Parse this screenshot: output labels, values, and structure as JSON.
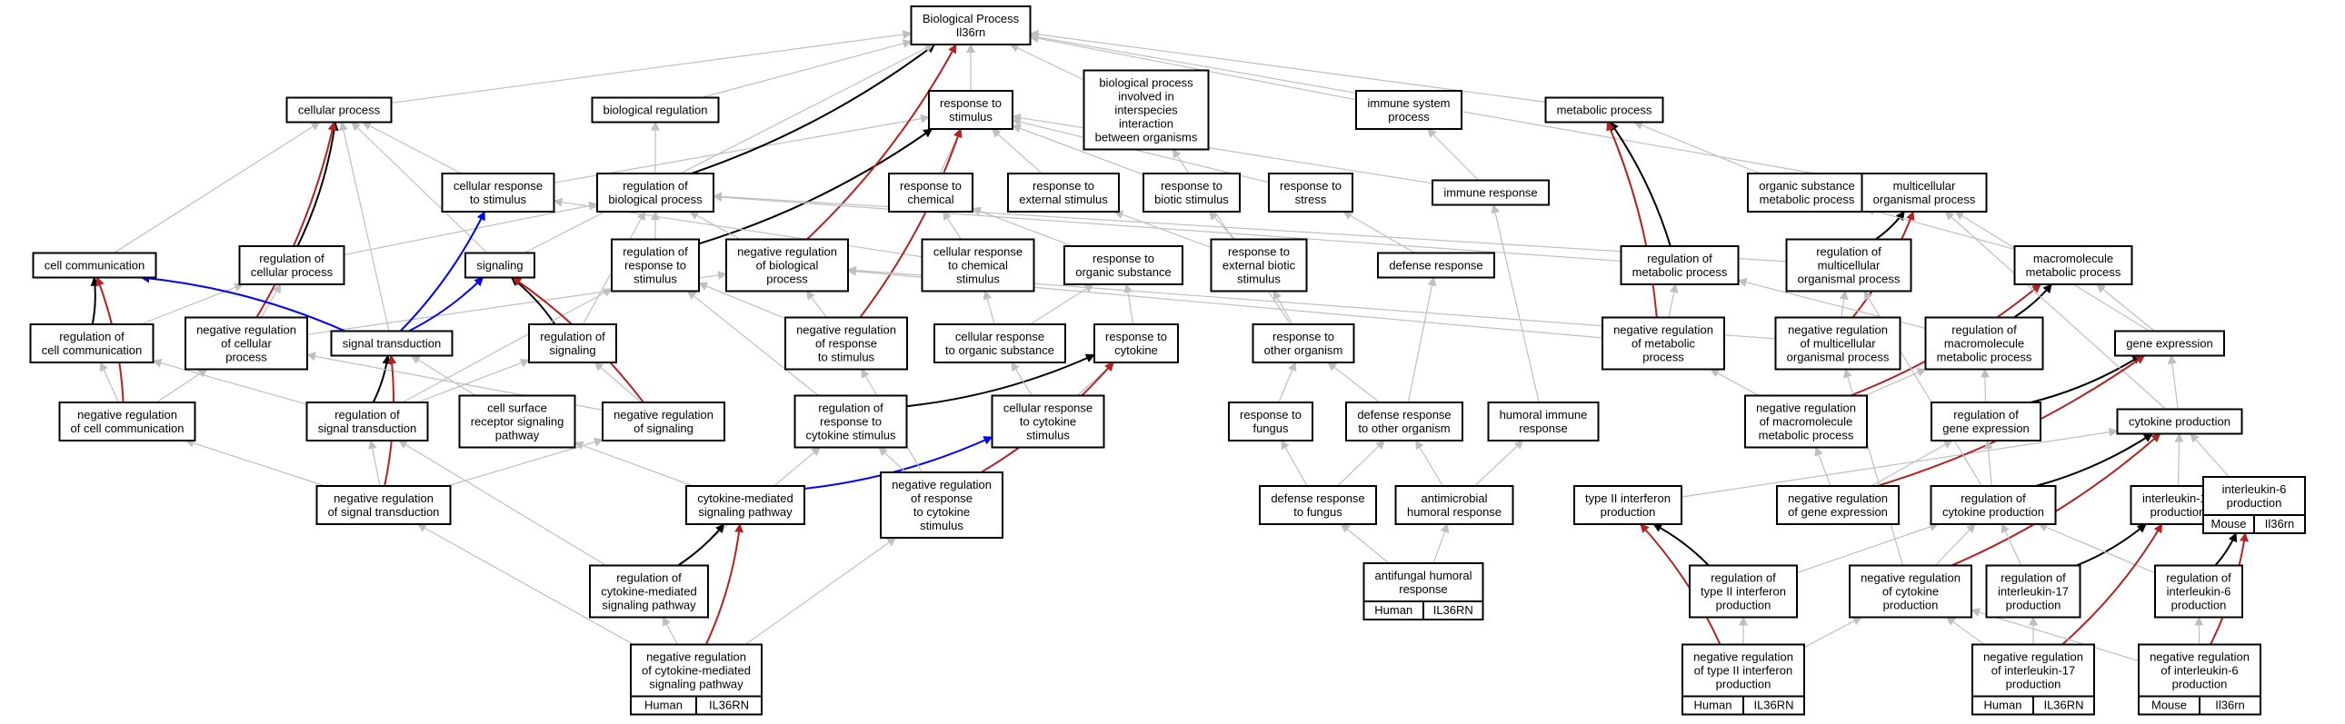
{
  "graph": {
    "colors": {
      "is_a": "#bfbfbf",
      "part_of": "#000000",
      "regulates": "#000000",
      "positively_regulates": "#0000ff",
      "negatively_regulates": "#b22222",
      "human_annotation": "#f45b4a",
      "mouse_annotation": "#add8e6"
    },
    "nodes": [
      {
        "id": "root",
        "label": [
          "Biological Process",
          "Il36rn"
        ]
      },
      {
        "id": "cp",
        "label": [
          "cellular process"
        ]
      },
      {
        "id": "br",
        "label": [
          "biological regulation"
        ]
      },
      {
        "id": "rts",
        "label": [
          "response to",
          "stimulus"
        ]
      },
      {
        "id": "bpio",
        "label": [
          "biological process",
          "involved in",
          "interspecies",
          "interaction",
          "between organisms"
        ]
      },
      {
        "id": "isp",
        "label": [
          "immune system",
          "process"
        ]
      },
      {
        "id": "mp",
        "label": [
          "metabolic process"
        ]
      },
      {
        "id": "crs",
        "label": [
          "cellular response",
          "to stimulus"
        ]
      },
      {
        "id": "rbp",
        "label": [
          "regulation of",
          "biological process"
        ]
      },
      {
        "id": "rtc",
        "label": [
          "response to",
          "chemical"
        ]
      },
      {
        "id": "rtes",
        "label": [
          "response to",
          "external stimulus"
        ]
      },
      {
        "id": "rtbs",
        "label": [
          "response to",
          "biotic stimulus"
        ]
      },
      {
        "id": "rtst",
        "label": [
          "response to",
          "stress"
        ]
      },
      {
        "id": "ir",
        "label": [
          "immune response"
        ]
      },
      {
        "id": "osmp",
        "label": [
          "organic substance",
          "metabolic process"
        ]
      },
      {
        "id": "mop",
        "label": [
          "multicellular",
          "organismal process"
        ]
      },
      {
        "id": "cc",
        "label": [
          "cell communication"
        ]
      },
      {
        "id": "rcp",
        "label": [
          "regulation of",
          "cellular process"
        ]
      },
      {
        "id": "sig",
        "label": [
          "signaling"
        ]
      },
      {
        "id": "rrs",
        "label": [
          "regulation of",
          "response to",
          "stimulus"
        ]
      },
      {
        "id": "nrbp",
        "label": [
          "negative regulation",
          "of biological",
          "process"
        ]
      },
      {
        "id": "crcs",
        "label": [
          "cellular response",
          "to chemical",
          "stimulus"
        ]
      },
      {
        "id": "rtos",
        "label": [
          "response to",
          "organic substance"
        ]
      },
      {
        "id": "rtebs",
        "label": [
          "response to",
          "external biotic",
          "stimulus"
        ]
      },
      {
        "id": "dr",
        "label": [
          "defense response"
        ]
      },
      {
        "id": "rmp",
        "label": [
          "regulation of",
          "metabolic process"
        ]
      },
      {
        "id": "rmop",
        "label": [
          "regulation of",
          "multicellular",
          "organismal process"
        ]
      },
      {
        "id": "mmp",
        "label": [
          "macromolecule",
          "metabolic process"
        ]
      },
      {
        "id": "rcc",
        "label": [
          "regulation of",
          "cell communication"
        ]
      },
      {
        "id": "nrcp",
        "label": [
          "negative regulation",
          "of cellular",
          "process"
        ]
      },
      {
        "id": "st",
        "label": [
          "signal transduction"
        ]
      },
      {
        "id": "rsig",
        "label": [
          "regulation of",
          "signaling"
        ]
      },
      {
        "id": "nrrs",
        "label": [
          "negative regulation",
          "of response",
          "to stimulus"
        ]
      },
      {
        "id": "crtos",
        "label": [
          "cellular response",
          "to organic substance"
        ]
      },
      {
        "id": "rtcy",
        "label": [
          "response to",
          "cytokine"
        ]
      },
      {
        "id": "rtoo",
        "label": [
          "response to",
          "other organism"
        ]
      },
      {
        "id": "nrmp",
        "label": [
          "negative regulation",
          "of metabolic",
          "process"
        ]
      },
      {
        "id": "nrmop",
        "label": [
          "negative regulation",
          "of multicellular",
          "organismal process"
        ]
      },
      {
        "id": "rmmp",
        "label": [
          "regulation of",
          "macromolecule",
          "metabolic process"
        ]
      },
      {
        "id": "ge",
        "label": [
          "gene expression"
        ]
      },
      {
        "id": "nrcc",
        "label": [
          "negative regulation",
          "of cell communication"
        ]
      },
      {
        "id": "rst",
        "label": [
          "regulation of",
          "signal transduction"
        ]
      },
      {
        "id": "csrsp",
        "label": [
          "cell surface",
          "receptor signaling",
          "pathway"
        ]
      },
      {
        "id": "nrsig",
        "label": [
          "negative regulation",
          "of signaling"
        ]
      },
      {
        "id": "rrcs",
        "label": [
          "regulation of",
          "response to",
          "cytokine stimulus"
        ]
      },
      {
        "id": "crcys",
        "label": [
          "cellular response",
          "to cytokine",
          "stimulus"
        ]
      },
      {
        "id": "rtf",
        "label": [
          "response to",
          "fungus"
        ]
      },
      {
        "id": "drtoo",
        "label": [
          "defense response",
          "to other organism"
        ]
      },
      {
        "id": "hir",
        "label": [
          "humoral immune",
          "response"
        ]
      },
      {
        "id": "nrmmp",
        "label": [
          "negative regulation",
          "of macromolecule",
          "metabolic process"
        ]
      },
      {
        "id": "rge",
        "label": [
          "regulation of",
          "gene expression"
        ]
      },
      {
        "id": "cytp",
        "label": [
          "cytokine production"
        ]
      },
      {
        "id": "nrst",
        "label": [
          "negative regulation",
          "of signal transduction"
        ]
      },
      {
        "id": "cmsp",
        "label": [
          "cytokine-mediated",
          "signaling pathway"
        ]
      },
      {
        "id": "nrrcs",
        "label": [
          "negative regulation",
          "of response",
          "to cytokine",
          "stimulus"
        ]
      },
      {
        "id": "drtf",
        "label": [
          "defense response",
          "to fungus"
        ]
      },
      {
        "id": "ahr",
        "label": [
          "antimicrobial",
          "humoral response"
        ]
      },
      {
        "id": "t2ip",
        "label": [
          "type II interferon",
          "production"
        ]
      },
      {
        "id": "nrge",
        "label": [
          "negative regulation",
          "of gene expression"
        ]
      },
      {
        "id": "rcytp",
        "label": [
          "regulation of",
          "cytokine production"
        ]
      },
      {
        "id": "il17p",
        "label": [
          "interleukin-17",
          "production"
        ]
      },
      {
        "id": "il6p",
        "label": [
          "interleukin-6",
          "production"
        ],
        "annotations": [
          {
            "taxon": "Mouse",
            "gene": "Il36rn"
          }
        ]
      },
      {
        "id": "rcmsp",
        "label": [
          "regulation of",
          "cytokine-mediated",
          "signaling pathway"
        ]
      },
      {
        "id": "afhr",
        "label": [
          "antifungal humoral",
          "response"
        ],
        "annotations": [
          {
            "taxon": "Human",
            "gene": "IL36RN"
          }
        ]
      },
      {
        "id": "rt2ip",
        "label": [
          "regulation of",
          "type II interferon",
          "production"
        ]
      },
      {
        "id": "nrcytp",
        "label": [
          "negative regulation",
          "of cytokine",
          "production"
        ]
      },
      {
        "id": "ril17p",
        "label": [
          "regulation of",
          "interleukin-17",
          "production"
        ]
      },
      {
        "id": "ril6p",
        "label": [
          "regulation of",
          "interleukin-6",
          "production"
        ]
      },
      {
        "id": "nrcmsp",
        "label": [
          "negative regulation",
          "of cytokine-mediated",
          "signaling pathway"
        ],
        "annotations": [
          {
            "taxon": "Human",
            "gene": "IL36RN"
          }
        ]
      },
      {
        "id": "nrt2ip",
        "label": [
          "negative regulation",
          "of type II interferon",
          "production"
        ],
        "annotations": [
          {
            "taxon": "Human",
            "gene": "IL36RN"
          }
        ]
      },
      {
        "id": "nril17p",
        "label": [
          "negative regulation",
          "of interleukin-17",
          "production"
        ],
        "annotations": [
          {
            "taxon": "Human",
            "gene": "IL36RN"
          }
        ]
      },
      {
        "id": "nril6p",
        "label": [
          "negative regulation",
          "of interleukin-6",
          "production"
        ],
        "annotations": [
          {
            "taxon": "Mouse",
            "gene": "Il36rn"
          }
        ]
      }
    ],
    "edges": [
      [
        "cp",
        "root",
        "is_a"
      ],
      [
        "br",
        "root",
        "is_a"
      ],
      [
        "rts",
        "root",
        "is_a"
      ],
      [
        "bpio",
        "root",
        "is_a"
      ],
      [
        "isp",
        "root",
        "is_a"
      ],
      [
        "mp",
        "root",
        "is_a"
      ],
      [
        "mop",
        "root",
        "is_a"
      ],
      [
        "crs",
        "cp",
        "is_a"
      ],
      [
        "crs",
        "rts",
        "is_a"
      ],
      [
        "rbp",
        "br",
        "is_a"
      ],
      [
        "rbp",
        "root",
        "regulates"
      ],
      [
        "rtc",
        "rts",
        "is_a"
      ],
      [
        "rtes",
        "rts",
        "is_a"
      ],
      [
        "rtbs",
        "rts",
        "is_a"
      ],
      [
        "rtst",
        "rts",
        "is_a"
      ],
      [
        "ir",
        "isp",
        "is_a"
      ],
      [
        "ir",
        "rts",
        "is_a"
      ],
      [
        "osmp",
        "mp",
        "is_a"
      ],
      [
        "cc",
        "cp",
        "is_a"
      ],
      [
        "rcp",
        "cp",
        "regulates"
      ],
      [
        "rcp",
        "rbp",
        "is_a"
      ],
      [
        "sig",
        "cp",
        "is_a"
      ],
      [
        "sig",
        "root",
        "is_a"
      ],
      [
        "rrs",
        "rbp",
        "is_a"
      ],
      [
        "rrs",
        "rts",
        "regulates"
      ],
      [
        "nrbp",
        "rbp",
        "is_a"
      ],
      [
        "nrbp",
        "root",
        "negatively_regulates"
      ],
      [
        "crcs",
        "rtc",
        "is_a"
      ],
      [
        "crcs",
        "crs",
        "is_a"
      ],
      [
        "rtos",
        "rtc",
        "is_a"
      ],
      [
        "rtebs",
        "rtes",
        "is_a"
      ],
      [
        "rtebs",
        "rtbs",
        "is_a"
      ],
      [
        "dr",
        "rtst",
        "is_a"
      ],
      [
        "rmp",
        "mp",
        "regulates"
      ],
      [
        "rmp",
        "rbp",
        "is_a"
      ],
      [
        "rmop",
        "mop",
        "regulates"
      ],
      [
        "rmop",
        "rbp",
        "is_a"
      ],
      [
        "mmp",
        "osmp",
        "is_a"
      ],
      [
        "rcc",
        "rcp",
        "is_a"
      ],
      [
        "rcc",
        "cc",
        "regulates"
      ],
      [
        "nrcp",
        "rcp",
        "is_a"
      ],
      [
        "nrcp",
        "cp",
        "negatively_regulates"
      ],
      [
        "nrcp",
        "nrbp",
        "is_a"
      ],
      [
        "st",
        "sig",
        "positively_regulates"
      ],
      [
        "st",
        "cc",
        "positively_regulates"
      ],
      [
        "st",
        "crs",
        "positively_regulates"
      ],
      [
        "st",
        "cp",
        "is_a"
      ],
      [
        "rsig",
        "sig",
        "regulates"
      ],
      [
        "rsig",
        "rbp",
        "is_a"
      ],
      [
        "nrrs",
        "rrs",
        "is_a"
      ],
      [
        "nrrs",
        "nrbp",
        "is_a"
      ],
      [
        "nrrs",
        "rts",
        "negatively_regulates"
      ],
      [
        "crtos",
        "crcs",
        "is_a"
      ],
      [
        "crtos",
        "rtos",
        "is_a"
      ],
      [
        "rtcy",
        "rtos",
        "is_a"
      ],
      [
        "rtoo",
        "rtebs",
        "is_a"
      ],
      [
        "rtoo",
        "bpio",
        "is_a"
      ],
      [
        "nrmp",
        "rmp",
        "is_a"
      ],
      [
        "nrmp",
        "nrbp",
        "is_a"
      ],
      [
        "nrmp",
        "mp",
        "negatively_regulates"
      ],
      [
        "nrmop",
        "rmop",
        "is_a"
      ],
      [
        "nrmop",
        "nrbp",
        "is_a"
      ],
      [
        "nrmop",
        "mop",
        "negatively_regulates"
      ],
      [
        "rmmp",
        "rmp",
        "is_a"
      ],
      [
        "rmmp",
        "mmp",
        "regulates"
      ],
      [
        "ge",
        "mmp",
        "is_a"
      ],
      [
        "ge",
        "mop",
        "is_a"
      ],
      [
        "nrcc",
        "rcc",
        "is_a"
      ],
      [
        "nrcc",
        "cc",
        "negatively_regulates"
      ],
      [
        "nrcc",
        "nrcp",
        "is_a"
      ],
      [
        "rst",
        "rcc",
        "is_a"
      ],
      [
        "rst",
        "st",
        "regulates"
      ],
      [
        "rst",
        "rsig",
        "is_a"
      ],
      [
        "rst",
        "rrs",
        "is_a"
      ],
      [
        "csrsp",
        "st",
        "is_a"
      ],
      [
        "nrsig",
        "rsig",
        "is_a"
      ],
      [
        "nrsig",
        "sig",
        "negatively_regulates"
      ],
      [
        "nrsig",
        "nrcp",
        "is_a"
      ],
      [
        "rrcs",
        "rrs",
        "is_a"
      ],
      [
        "rrcs",
        "rtcy",
        "regulates"
      ],
      [
        "crcys",
        "crtos",
        "is_a"
      ],
      [
        "crcys",
        "rtcy",
        "is_a"
      ],
      [
        "rtf",
        "rtoo",
        "is_a"
      ],
      [
        "drtoo",
        "rtoo",
        "is_a"
      ],
      [
        "drtoo",
        "dr",
        "is_a"
      ],
      [
        "hir",
        "ir",
        "is_a"
      ],
      [
        "nrmmp",
        "rmmp",
        "is_a"
      ],
      [
        "nrmmp",
        "nrmp",
        "is_a"
      ],
      [
        "nrmmp",
        "mmp",
        "negatively_regulates"
      ],
      [
        "rge",
        "rmmp",
        "is_a"
      ],
      [
        "rge",
        "ge",
        "regulates"
      ],
      [
        "cytp",
        "ge",
        "is_a"
      ],
      [
        "cytp",
        "mop",
        "is_a"
      ],
      [
        "nrst",
        "rst",
        "is_a"
      ],
      [
        "nrst",
        "st",
        "negatively_regulates"
      ],
      [
        "nrst",
        "nrsig",
        "is_a"
      ],
      [
        "nrst",
        "nrcc",
        "is_a"
      ],
      [
        "cmsp",
        "crcys",
        "positively_regulates"
      ],
      [
        "cmsp",
        "csrsp",
        "is_a"
      ],
      [
        "nrrcs",
        "rrcs",
        "is_a"
      ],
      [
        "nrrcs",
        "nrrs",
        "is_a"
      ],
      [
        "nrrcs",
        "rtcy",
        "negatively_regulates"
      ],
      [
        "drtf",
        "rtf",
        "is_a"
      ],
      [
        "drtf",
        "drtoo",
        "is_a"
      ],
      [
        "ahr",
        "drtoo",
        "is_a"
      ],
      [
        "ahr",
        "hir",
        "is_a"
      ],
      [
        "t2ip",
        "cytp",
        "is_a"
      ],
      [
        "nrge",
        "rge",
        "is_a"
      ],
      [
        "nrge",
        "nrmmp",
        "is_a"
      ],
      [
        "nrge",
        "ge",
        "negatively_regulates"
      ],
      [
        "rcytp",
        "rmop",
        "is_a"
      ],
      [
        "rcytp",
        "rge",
        "is_a"
      ],
      [
        "rcytp",
        "cytp",
        "regulates"
      ],
      [
        "il17p",
        "cytp",
        "is_a"
      ],
      [
        "il6p",
        "cytp",
        "is_a"
      ],
      [
        "rcmsp",
        "rst",
        "is_a"
      ],
      [
        "rcmsp",
        "rrcs",
        "is_a"
      ],
      [
        "rcmsp",
        "cmsp",
        "regulates"
      ],
      [
        "afhr",
        "drtf",
        "is_a"
      ],
      [
        "afhr",
        "ahr",
        "is_a"
      ],
      [
        "rt2ip",
        "rcytp",
        "is_a"
      ],
      [
        "rt2ip",
        "t2ip",
        "regulates"
      ],
      [
        "nrcytp",
        "rcytp",
        "is_a"
      ],
      [
        "nrcytp",
        "nrmop",
        "is_a"
      ],
      [
        "nrcytp",
        "cytp",
        "negatively_regulates"
      ],
      [
        "ril17p",
        "rcytp",
        "is_a"
      ],
      [
        "ril17p",
        "il17p",
        "regulates"
      ],
      [
        "ril6p",
        "rcytp",
        "is_a"
      ],
      [
        "ril6p",
        "il6p",
        "regulates"
      ],
      [
        "nrcmsp",
        "rcmsp",
        "is_a"
      ],
      [
        "nrcmsp",
        "nrst",
        "is_a"
      ],
      [
        "nrcmsp",
        "nrrcs",
        "is_a"
      ],
      [
        "nrcmsp",
        "cmsp",
        "negatively_regulates"
      ],
      [
        "nrt2ip",
        "rt2ip",
        "is_a"
      ],
      [
        "nrt2ip",
        "nrcytp",
        "is_a"
      ],
      [
        "nrt2ip",
        "t2ip",
        "negatively_regulates"
      ],
      [
        "nril17p",
        "ril17p",
        "is_a"
      ],
      [
        "nril17p",
        "nrcytp",
        "is_a"
      ],
      [
        "nril17p",
        "il17p",
        "negatively_regulates"
      ],
      [
        "nril6p",
        "ril6p",
        "is_a"
      ],
      [
        "nril6p",
        "nrcytp",
        "is_a"
      ],
      [
        "nril6p",
        "il6p",
        "negatively_regulates"
      ]
    ]
  }
}
